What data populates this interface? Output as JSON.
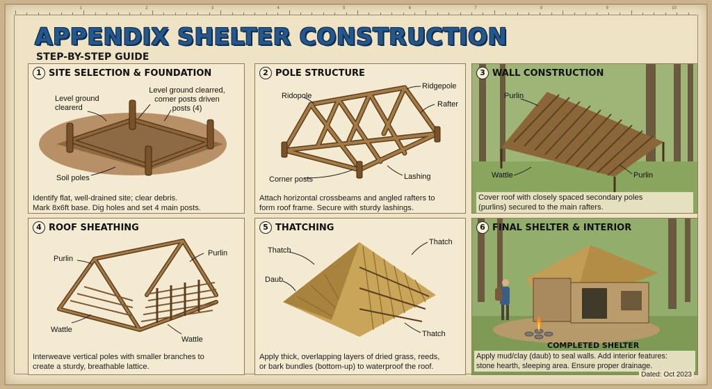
{
  "title": "APPENDIX SHELTER CONSTRUCTION",
  "subtitle": "STEP-BY-STEP GUIDE",
  "dated": "Dated: Oct 2023",
  "ruler_numbers": [
    "1",
    "2",
    "3",
    "4",
    "5",
    "6",
    "7",
    "8",
    "9",
    "10"
  ],
  "steps": [
    {
      "number": "1",
      "title": "SITE SELECTION & FOUNDATION",
      "description_lines": [
        "Identify flat, well-drained site; clear debris.",
        "Mark 8x6ft base. Dig holes and set 4 main posts."
      ],
      "labels": [
        "Level ground clearerd",
        "Level ground clearred, corner posts driven posts (4)",
        "Soil poles"
      ]
    },
    {
      "number": "2",
      "title": "POLE STRUCTURE",
      "description_lines": [
        "Attach horizontal crossbeams and angled rafters to",
        "form roof frame. Secure with sturdy lashings."
      ],
      "labels": [
        "Ridopole",
        "Ridgepole",
        "Rafter",
        "Corner posts",
        "Lashing"
      ]
    },
    {
      "number": "3",
      "title": "WALL CONSTRUCTION",
      "description_lines": [
        "Cover roof with closely spaced secondary poles",
        "(purlins) secured to the main rafters."
      ],
      "labels": [
        "Purlin",
        "Wattle",
        "Purlin"
      ]
    },
    {
      "number": "4",
      "title": "ROOF SHEATHING",
      "description_lines": [
        "Interweave vertical poles with smaller branches to",
        "create a sturdy, breathable lattice."
      ],
      "labels": [
        "Purlin",
        "Purlin",
        "Wattle",
        "Wattle"
      ]
    },
    {
      "number": "5",
      "title": "THATCHING",
      "description_lines": [
        "Apply thick, overlapping layers of dried grass, reeds,",
        "or bark bundles (bottom-up) to waterproof the roof."
      ],
      "labels": [
        "Thatch",
        "Thatch",
        "Daub",
        "Thatch"
      ]
    },
    {
      "number": "6",
      "title": "FINAL SHELTER & INTERIOR",
      "description_lines": [
        "Apply mud/clay (daub) to seal walls. Add interior features:",
        "stone hearth, sleeping area. Ensure proper drainage."
      ],
      "caption": "COMPLETED SHELTER"
    }
  ]
}
